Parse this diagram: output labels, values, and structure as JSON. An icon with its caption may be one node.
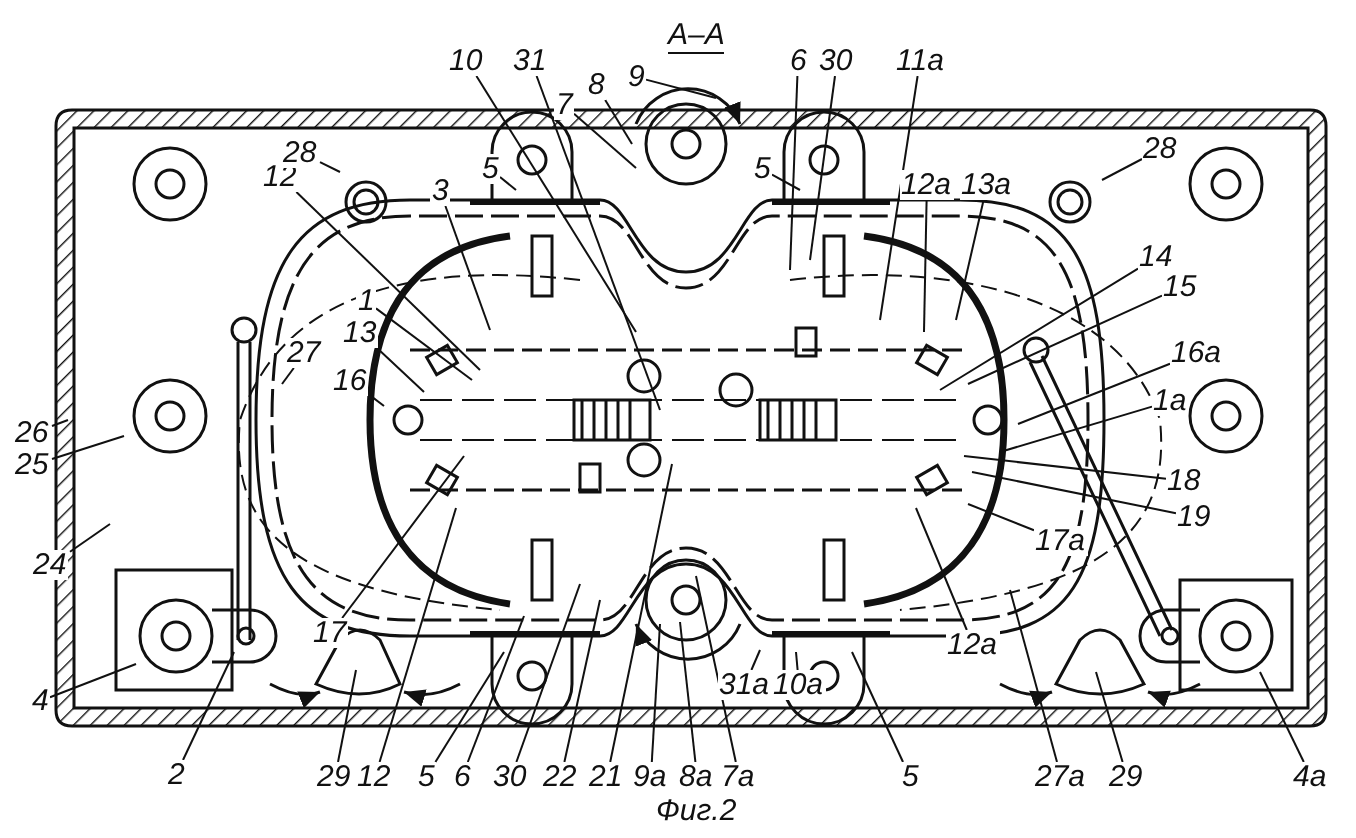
{
  "diagram": {
    "title": "А–А",
    "caption": "Фиг.2",
    "nodes": [
      {
        "text": [
          "10"
        ]
      },
      {
        "text": [
          "31"
        ]
      },
      {
        "text": [
          "6"
        ]
      },
      {
        "text": [
          "30"
        ]
      },
      {
        "text": [
          "11а"
        ]
      },
      {
        "text": [
          "7"
        ]
      },
      {
        "text": [
          "8"
        ]
      },
      {
        "text": [
          "9"
        ]
      },
      {
        "text": [
          "5"
        ]
      },
      {
        "text": [
          "5"
        ]
      },
      {
        "text": [
          "12"
        ]
      },
      {
        "text": [
          "28"
        ]
      },
      {
        "text": [
          "3"
        ]
      },
      {
        "text": [
          "12а"
        ]
      },
      {
        "text": [
          "13а"
        ]
      },
      {
        "text": [
          "28"
        ]
      },
      {
        "text": [
          "14"
        ]
      },
      {
        "text": [
          "15"
        ]
      },
      {
        "text": [
          "1"
        ]
      },
      {
        "text": [
          "13"
        ]
      },
      {
        "text": [
          "27"
        ]
      },
      {
        "text": [
          "16а"
        ]
      },
      {
        "text": [
          "16"
        ]
      },
      {
        "text": [
          "1а"
        ]
      },
      {
        "text": [
          "26"
        ]
      },
      {
        "text": [
          "25"
        ]
      },
      {
        "text": [
          "18"
        ]
      },
      {
        "text": [
          "19"
        ]
      },
      {
        "text": [
          "17а"
        ]
      },
      {
        "text": [
          "24"
        ]
      },
      {
        "text": [
          "17"
        ]
      },
      {
        "text": [
          "12а"
        ]
      },
      {
        "text": [
          "4"
        ]
      },
      {
        "text": [
          "31а"
        ]
      },
      {
        "text": [
          "10а"
        ]
      },
      {
        "text": [
          "2"
        ]
      },
      {
        "text": [
          "29"
        ]
      },
      {
        "text": [
          "12"
        ]
      },
      {
        "text": [
          "5"
        ]
      },
      {
        "text": [
          "6"
        ]
      },
      {
        "text": [
          "30"
        ]
      },
      {
        "text": [
          "22"
        ]
      },
      {
        "text": [
          "21"
        ]
      },
      {
        "text": [
          "9а"
        ]
      },
      {
        "text": [
          "8а"
        ]
      },
      {
        "text": [
          "7а"
        ]
      },
      {
        "text": [
          "5"
        ]
      },
      {
        "text": [
          "27а"
        ]
      },
      {
        "text": [
          "29"
        ]
      },
      {
        "text": [
          "4а"
        ]
      }
    ],
    "edges": [
      {
        "from": 0,
        "to": null,
        "arrow": "none"
      },
      {
        "from": 1,
        "to": null,
        "arrow": "none"
      },
      {
        "from": 2,
        "to": null,
        "arrow": "none"
      },
      {
        "from": 3,
        "to": null,
        "arrow": "none"
      },
      {
        "from": 4,
        "to": null,
        "arrow": "none"
      },
      {
        "from": 5,
        "to": null,
        "arrow": "none"
      },
      {
        "from": 6,
        "to": null,
        "arrow": "none"
      },
      {
        "from": 7,
        "to": null,
        "arrow": "none"
      },
      {
        "from": 8,
        "to": null,
        "arrow": "none"
      },
      {
        "from": 9,
        "to": null,
        "arrow": "none"
      },
      {
        "from": 10,
        "to": null,
        "arrow": "none"
      },
      {
        "from": 11,
        "to": null,
        "arrow": "none"
      },
      {
        "from": 12,
        "to": null,
        "arrow": "none"
      },
      {
        "from": 13,
        "to": null,
        "arrow": "none"
      },
      {
        "from": 14,
        "to": null,
        "arrow": "none"
      },
      {
        "from": 15,
        "to": null,
        "arrow": "none"
      },
      {
        "from": 16,
        "to": null,
        "arrow": "none"
      },
      {
        "from": 17,
        "to": null,
        "arrow": "none"
      },
      {
        "from": 18,
        "to": null,
        "arrow": "none"
      },
      {
        "from": 19,
        "to": null,
        "arrow": "none"
      },
      {
        "from": 20,
        "to": null,
        "arrow": "none"
      },
      {
        "from": 21,
        "to": null,
        "arrow": "none"
      },
      {
        "from": 22,
        "to": null,
        "arrow": "none"
      },
      {
        "from": 23,
        "to": null,
        "arrow": "none"
      },
      {
        "from": 24,
        "to": null,
        "arrow": "none"
      },
      {
        "from": 25,
        "to": null,
        "arrow": "none"
      },
      {
        "from": 26,
        "to": null,
        "arrow": "none"
      },
      {
        "from": 27,
        "to": null,
        "arrow": "none"
      },
      {
        "from": 28,
        "to": null,
        "arrow": "none"
      },
      {
        "from": 29,
        "to": null,
        "arrow": "none"
      },
      {
        "from": 30,
        "to": null,
        "arrow": "none"
      },
      {
        "from": 31,
        "to": null,
        "arrow": "none"
      },
      {
        "from": 32,
        "to": null,
        "arrow": "none"
      },
      {
        "from": 33,
        "to": null,
        "arrow": "none"
      },
      {
        "from": 34,
        "to": null,
        "arrow": "none"
      },
      {
        "from": 35,
        "to": null,
        "arrow": "none"
      },
      {
        "from": 36,
        "to": null,
        "arrow": "none"
      },
      {
        "from": 37,
        "to": null,
        "arrow": "none"
      },
      {
        "from": 38,
        "to": null,
        "arrow": "none"
      },
      {
        "from": 39,
        "to": null,
        "arrow": "none"
      },
      {
        "from": 40,
        "to": null,
        "arrow": "none"
      },
      {
        "from": 41,
        "to": null,
        "arrow": "none"
      },
      {
        "from": 42,
        "to": null,
        "arrow": "none"
      },
      {
        "from": 43,
        "to": null,
        "arrow": "none"
      },
      {
        "from": 44,
        "to": null,
        "arrow": "none"
      },
      {
        "from": 45,
        "to": null,
        "arrow": "none"
      },
      {
        "from": 46,
        "to": null,
        "arrow": "none"
      },
      {
        "from": 47,
        "to": null,
        "arrow": "none"
      },
      {
        "from": 48,
        "to": null,
        "arrow": "none"
      },
      {
        "from": 49,
        "to": null,
        "arrow": "none"
      }
    ]
  }
}
